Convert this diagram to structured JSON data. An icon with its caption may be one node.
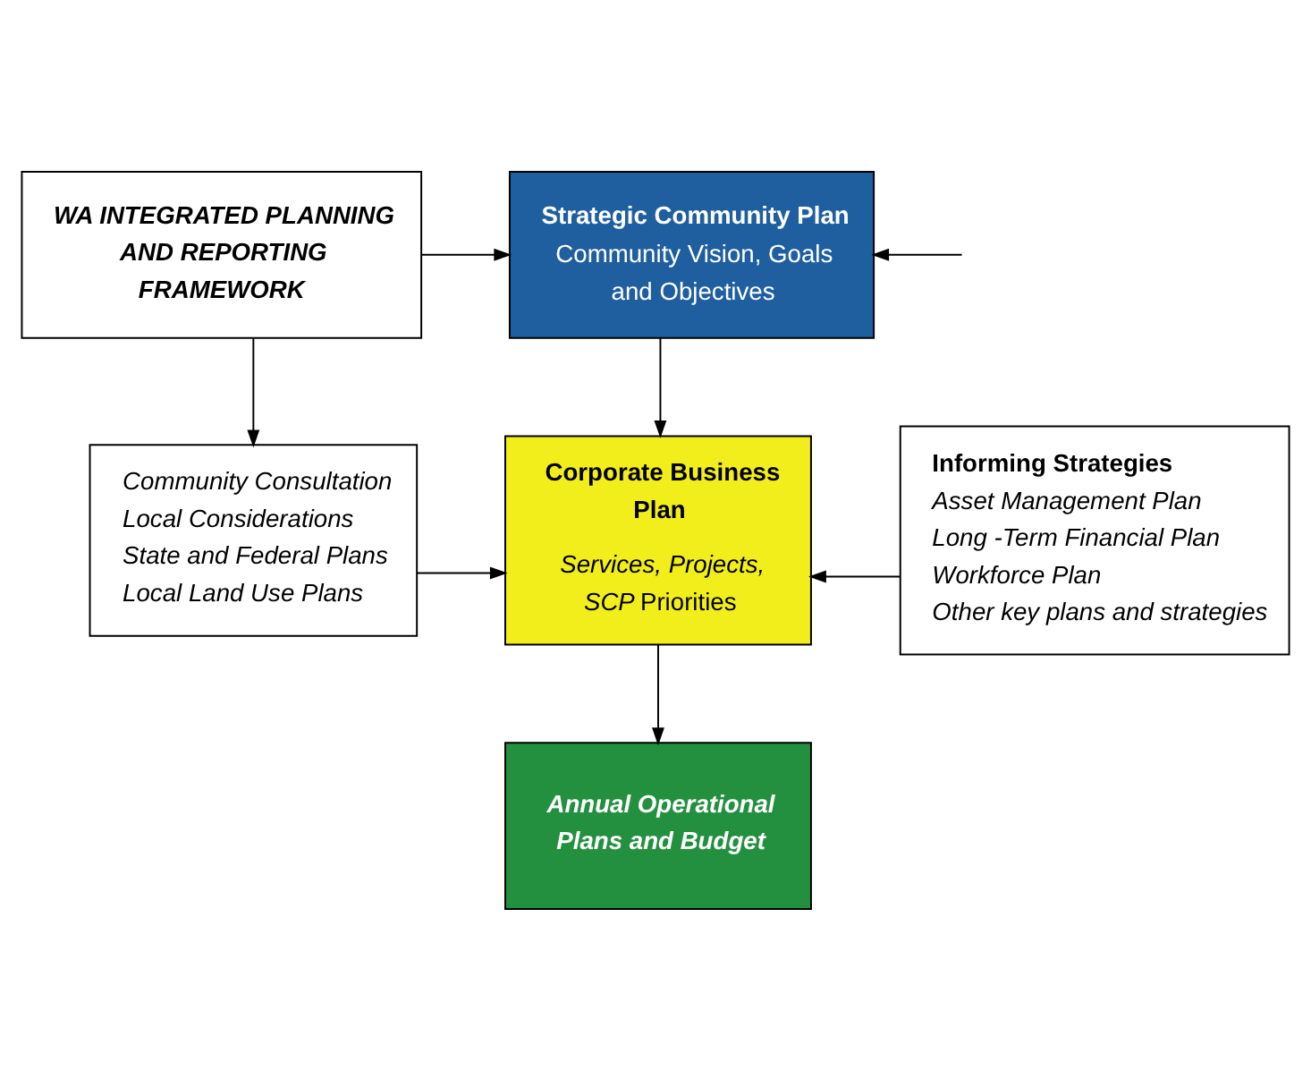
{
  "diagram": {
    "nodes": [
      {
        "text": [
          "WA INTEGRATED PLANNING AND REPORTING FRAMEWORK"
        ]
      },
      {
        "text": [
          "**Strategic Community Plan** Community Vision, Goals and Objectives"
        ]
      },
      {
        "text": [
          "Community Consultation",
          "Local Considerations",
          "State and Federal Plans",
          "Local Land Use Plans"
        ]
      },
      {
        "text": [
          "Corporate Business Plan",
          "*Services, Projects, SCP* Priorities"
        ]
      },
      {
        "text": [
          "Informing Strategies",
          "Asset Management Plan",
          "Long -Term Financial Plan",
          "Workforce Plan",
          "Other key plans and strategies"
        ]
      },
      {
        "text": [
          "Annual Operational Plans and Budget"
        ]
      }
    ],
    "edges": [
      {
        "from": 0,
        "to": 1,
        "arrow": "to"
      },
      {
        "from": null,
        "to": 1,
        "arrow": "to"
      },
      {
        "from": 0,
        "to": 2,
        "arrow": "to"
      },
      {
        "from": 1,
        "to": 3,
        "arrow": "to"
      },
      {
        "from": 2,
        "to": 3,
        "arrow": "to"
      },
      {
        "from": 4,
        "to": 3,
        "arrow": "to"
      },
      {
        "from": 3,
        "to": 5,
        "arrow": "to"
      }
    ]
  }
}
